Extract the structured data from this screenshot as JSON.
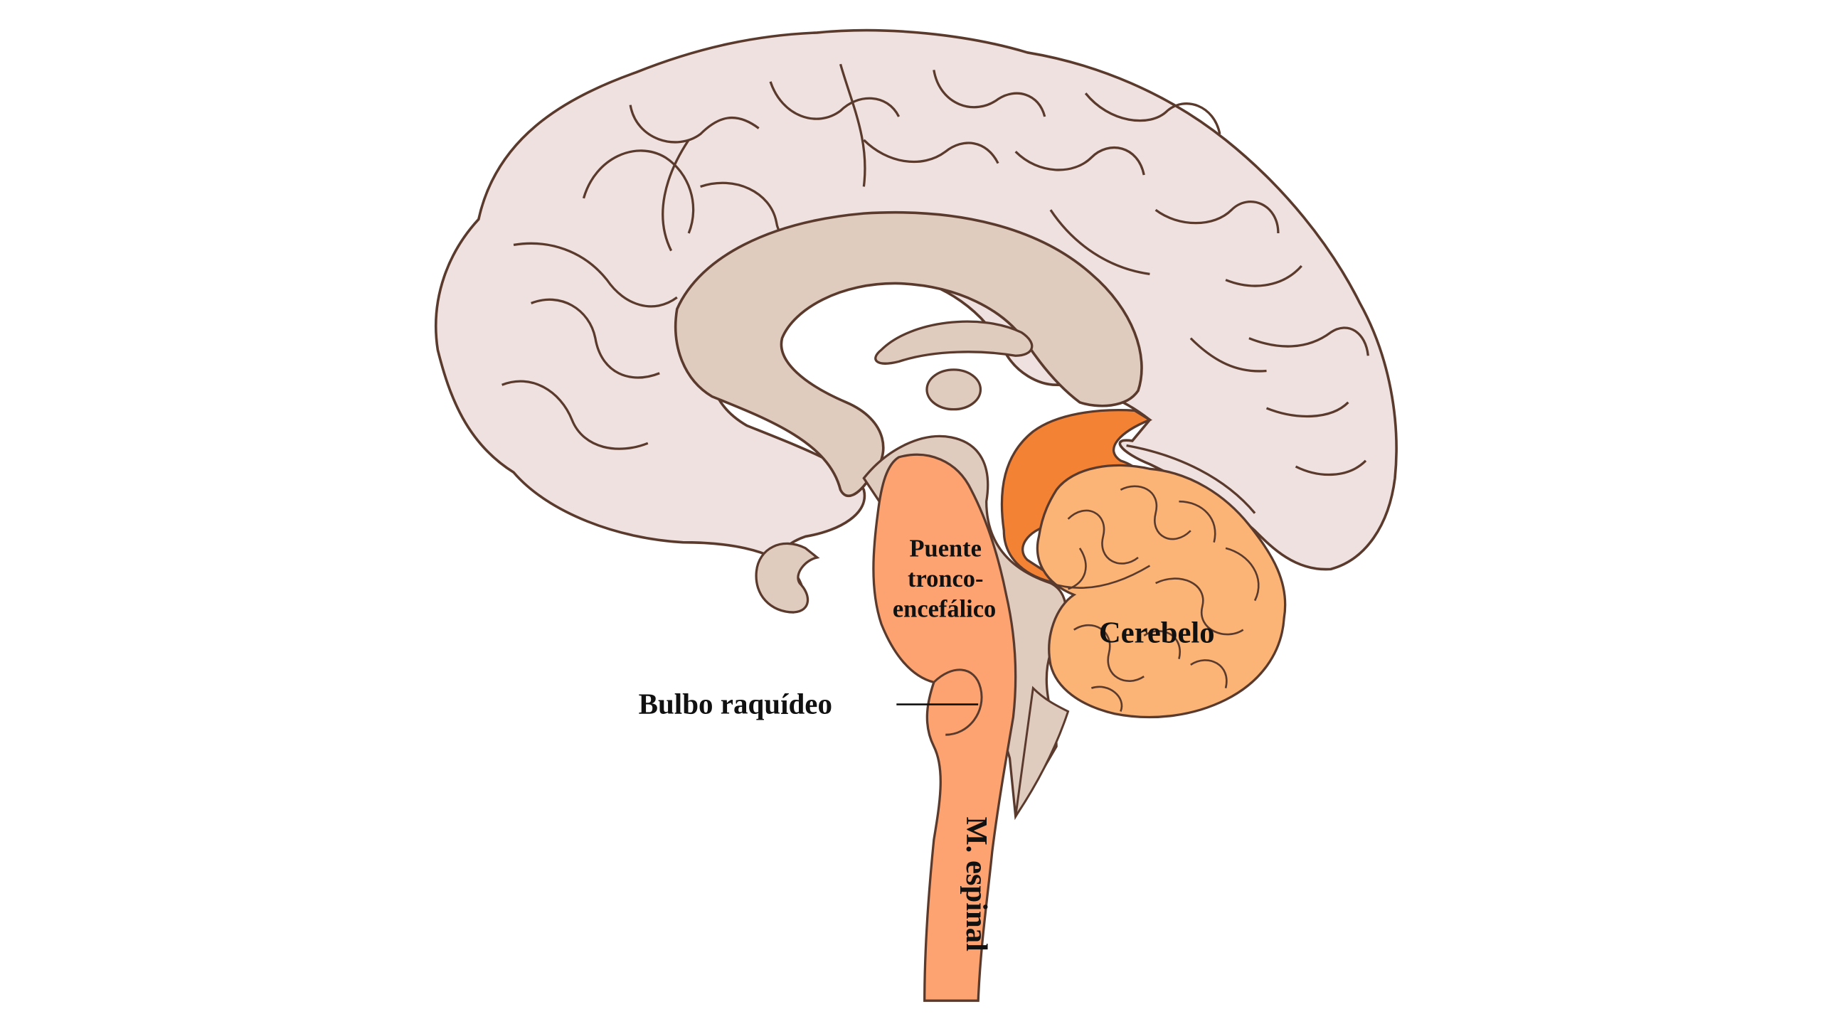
{
  "labels": {
    "pons_line1": "Puente",
    "pons_line2": "tronco-",
    "pons_line3": "encefálico",
    "medulla": "Bulbo raquídeo",
    "cerebellum": "Cerebelo",
    "spinal_cord": "M. espinal"
  },
  "colors": {
    "cortex_fill": "#efe1df",
    "inner_fill": "#e0cbbf",
    "outline": "#5a3a2c",
    "brainstem_fill": "#fca371",
    "cerebellum_fill": "#fbb475",
    "midbrain_fill": "#f38234",
    "leader_line": "#111111"
  }
}
